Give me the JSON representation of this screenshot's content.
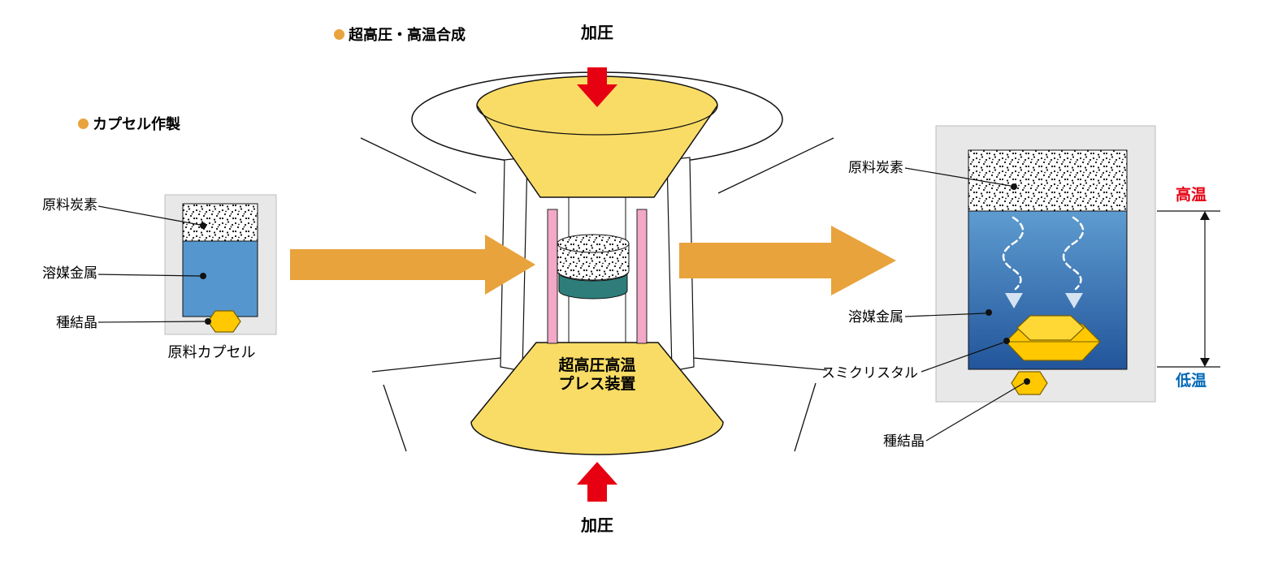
{
  "headers": {
    "capsule": "カプセル作製",
    "synthesis": "超高圧・高温合成"
  },
  "left_capsule": {
    "labels": {
      "carbon": "原料炭素",
      "solvent": "溶媒金属",
      "seed": "種結晶"
    },
    "caption": "原料カプセル"
  },
  "press": {
    "pressure_top": "加圧",
    "pressure_bottom": "加圧",
    "caption_line1": "超高圧高温",
    "caption_line2": "プレス装置"
  },
  "right_capsule": {
    "labels": {
      "carbon": "原料炭素",
      "solvent": "溶媒金属",
      "crystal": "スミクリスタル",
      "seed": "種結晶"
    },
    "temp_high": "高温",
    "temp_low": "低温"
  },
  "colors": {
    "accent_orange": "#E8A33C",
    "press_yellow": "#F9DC66",
    "crystal_gold": "#FFC800",
    "pressure_red": "#E60012",
    "solvent_blue": "#5596CE",
    "solvent_gradient_top": "#5E9CD0",
    "solvent_gradient_bottom": "#22559B",
    "base_teal": "#2E7D7B",
    "gasket_pink": "#F2A8C6",
    "capsule_gray": "#E8E8E8",
    "temp_high_red": "#E60012",
    "temp_low_blue": "#0068B7"
  }
}
